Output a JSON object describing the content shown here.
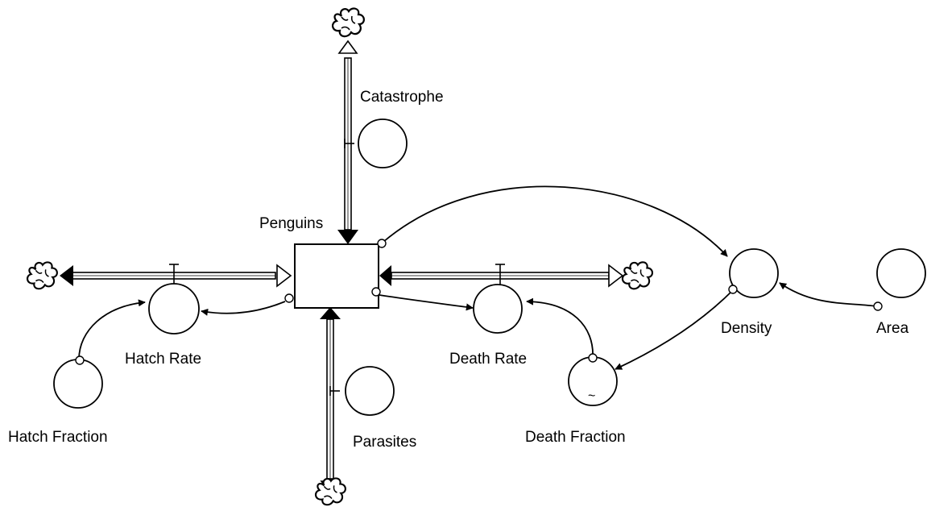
{
  "diagram": {
    "stock": "Penguins",
    "flows": {
      "catastrophe": "Catastrophe",
      "parasites": "Parasites",
      "hatch_rate": "Hatch Rate",
      "death_rate": "Death Rate"
    },
    "converters": {
      "hatch_fraction": "Hatch Fraction",
      "death_fraction": "Death Fraction",
      "density": "Density",
      "area": "Area"
    },
    "graphical_function_marker": "~"
  }
}
